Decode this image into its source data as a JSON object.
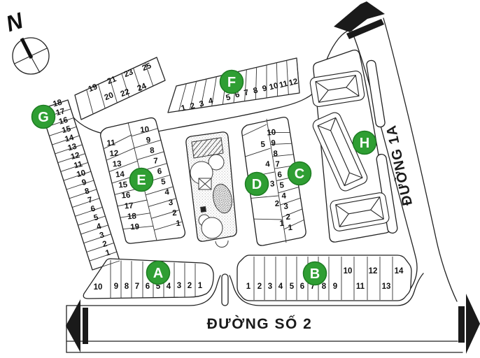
{
  "map": {
    "compass": {
      "label": "N"
    },
    "roads": {
      "bottom": {
        "name": "ĐƯỜNG SỐ 2"
      },
      "right": {
        "name": "ĐƯỜNG 1A"
      }
    },
    "legend_color": "#2f9e33",
    "legend_ring": "#1d7c22",
    "blocks": [
      {
        "id": "A",
        "label": "A",
        "lots": [
          "10",
          "9",
          "8",
          "7",
          "6",
          "5",
          "4",
          "3",
          "2",
          "1"
        ]
      },
      {
        "id": "B",
        "label": "B",
        "lots": [
          "1",
          "2",
          "3",
          "4",
          "5",
          "6",
          "7",
          "8",
          "9",
          "10",
          "11",
          "12",
          "13",
          "14"
        ]
      },
      {
        "id": "C",
        "label": "C",
        "lots": [
          "10",
          "9",
          "8",
          "7",
          "6",
          "5",
          "4",
          "3",
          "2",
          "1"
        ]
      },
      {
        "id": "D",
        "label": "D",
        "lots": [
          "5",
          "4",
          "3",
          "2",
          "1"
        ]
      },
      {
        "id": "E",
        "label": "E",
        "lots_left": [
          "11",
          "12",
          "13",
          "14",
          "15",
          "16",
          "17",
          "18",
          "19"
        ],
        "lots_right": [
          "10",
          "9",
          "8",
          "7",
          "6",
          "5",
          "4",
          "3",
          "2",
          "1"
        ]
      },
      {
        "id": "F",
        "label": "F",
        "lots": [
          "1",
          "2",
          "3",
          "4",
          "5",
          "6",
          "7",
          "8",
          "9",
          "10",
          "11",
          "12"
        ]
      },
      {
        "id": "G",
        "label": "G",
        "lots_strip": [
          "18",
          "17",
          "16",
          "15",
          "14",
          "13",
          "12",
          "11",
          "10",
          "9",
          "8",
          "7",
          "6",
          "5",
          "4",
          "3",
          "2",
          "1"
        ],
        "lots_top": [
          "19",
          "20",
          "21",
          "22",
          "23",
          "24",
          "25"
        ]
      },
      {
        "id": "H",
        "label": "H"
      }
    ]
  }
}
